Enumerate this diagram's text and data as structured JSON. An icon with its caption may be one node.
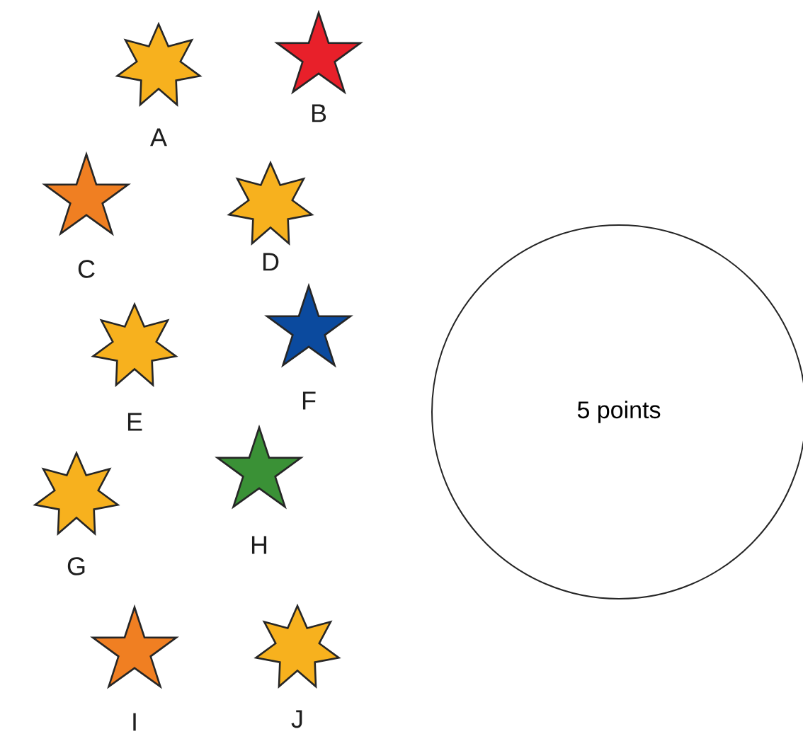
{
  "diagram": {
    "nodes": [
      {
        "text": [],
        "shape": "star",
        "beside": [
          "A"
        ]
      },
      {
        "text": [],
        "shape": "star",
        "beside": [
          "B"
        ]
      },
      {
        "text": [],
        "shape": "star",
        "beside": [
          "C"
        ]
      },
      {
        "text": [],
        "shape": "star",
        "beside": [
          "D"
        ]
      },
      {
        "text": [],
        "shape": "star",
        "beside": [
          "E"
        ]
      },
      {
        "text": [],
        "shape": "star",
        "beside": [
          "F"
        ]
      },
      {
        "text": [],
        "shape": "star",
        "beside": [
          "G"
        ]
      },
      {
        "text": [],
        "shape": "star",
        "beside": [
          "H"
        ]
      },
      {
        "text": [],
        "shape": "star",
        "beside": [
          "I"
        ]
      },
      {
        "text": [],
        "shape": "star",
        "beside": [
          "J"
        ]
      },
      {
        "text": [
          "5 points"
        ]
      }
    ]
  }
}
